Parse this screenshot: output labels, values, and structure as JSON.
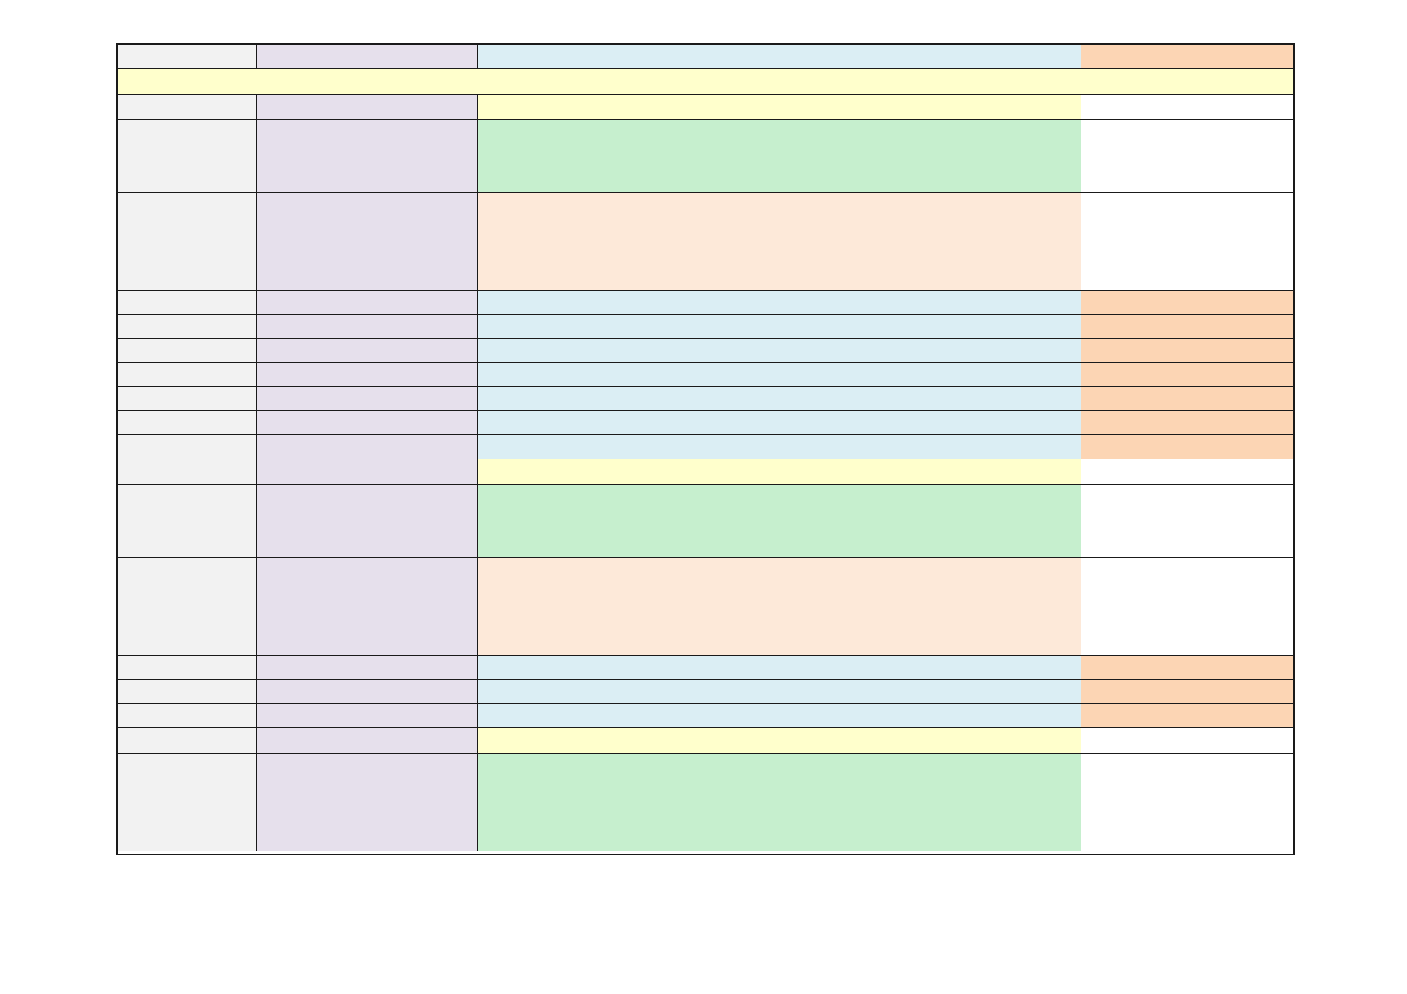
{
  "colors": {
    "gray": "#f2f2f2",
    "purple": "#e6e0ec",
    "blue": "#dbeef4",
    "orange": "#fcd5b4",
    "yellow": "#ffffcc",
    "green": "#c6efce",
    "peach": "#fde9d9",
    "white": "#ffffff",
    "border": "#1a1a1a"
  },
  "columns": [
    "gray",
    "purple",
    "purple",
    "text",
    "note"
  ],
  "rows": [
    {
      "kind": "header",
      "text": "",
      "note": "orange",
      "cells": [
        "",
        "",
        "",
        "",
        ""
      ]
    },
    {
      "kind": "banner",
      "text": "yellow",
      "cells": [
        ""
      ]
    },
    {
      "kind": "section",
      "text": "yellow",
      "note": "white",
      "cells": [
        "",
        "",
        "",
        "",
        ""
      ]
    },
    {
      "kind": "detail",
      "text": "green",
      "note": "white",
      "cells": [
        "",
        "",
        "",
        "",
        ""
      ]
    },
    {
      "kind": "detail",
      "text": "peach",
      "note": "white",
      "cells": [
        "",
        "",
        "",
        "",
        ""
      ]
    },
    {
      "kind": "item",
      "text": "blue",
      "note": "orange",
      "cells": [
        "",
        "",
        "",
        "",
        ""
      ]
    },
    {
      "kind": "item",
      "text": "blue",
      "note": "orange",
      "cells": [
        "",
        "",
        "",
        "",
        ""
      ]
    },
    {
      "kind": "item",
      "text": "blue",
      "note": "orange",
      "cells": [
        "",
        "",
        "",
        "",
        ""
      ]
    },
    {
      "kind": "item",
      "text": "blue",
      "note": "orange",
      "cells": [
        "",
        "",
        "",
        "",
        ""
      ]
    },
    {
      "kind": "item",
      "text": "blue",
      "note": "orange",
      "cells": [
        "",
        "",
        "",
        "",
        ""
      ]
    },
    {
      "kind": "item",
      "text": "blue",
      "note": "orange",
      "cells": [
        "",
        "",
        "",
        "",
        ""
      ]
    },
    {
      "kind": "item",
      "text": "blue",
      "note": "orange",
      "cells": [
        "",
        "",
        "",
        "",
        ""
      ]
    },
    {
      "kind": "section",
      "text": "yellow",
      "note": "white",
      "cells": [
        "",
        "",
        "",
        "",
        ""
      ]
    },
    {
      "kind": "detail",
      "text": "green",
      "note": "white",
      "cells": [
        "",
        "",
        "",
        "",
        ""
      ]
    },
    {
      "kind": "detail",
      "text": "peach",
      "note": "white",
      "cells": [
        "",
        "",
        "",
        "",
        ""
      ]
    },
    {
      "kind": "item",
      "text": "blue",
      "note": "orange",
      "cells": [
        "",
        "",
        "",
        "",
        ""
      ]
    },
    {
      "kind": "item",
      "text": "blue",
      "note": "orange",
      "cells": [
        "",
        "",
        "",
        "",
        ""
      ]
    },
    {
      "kind": "item",
      "text": "blue",
      "note": "orange",
      "cells": [
        "",
        "",
        "",
        "",
        ""
      ]
    },
    {
      "kind": "section",
      "text": "yellow",
      "note": "white",
      "cells": [
        "",
        "",
        "",
        "",
        ""
      ]
    },
    {
      "kind": "detail",
      "text": "green",
      "note": "white",
      "cells": [
        "",
        "",
        "",
        "",
        ""
      ]
    }
  ]
}
